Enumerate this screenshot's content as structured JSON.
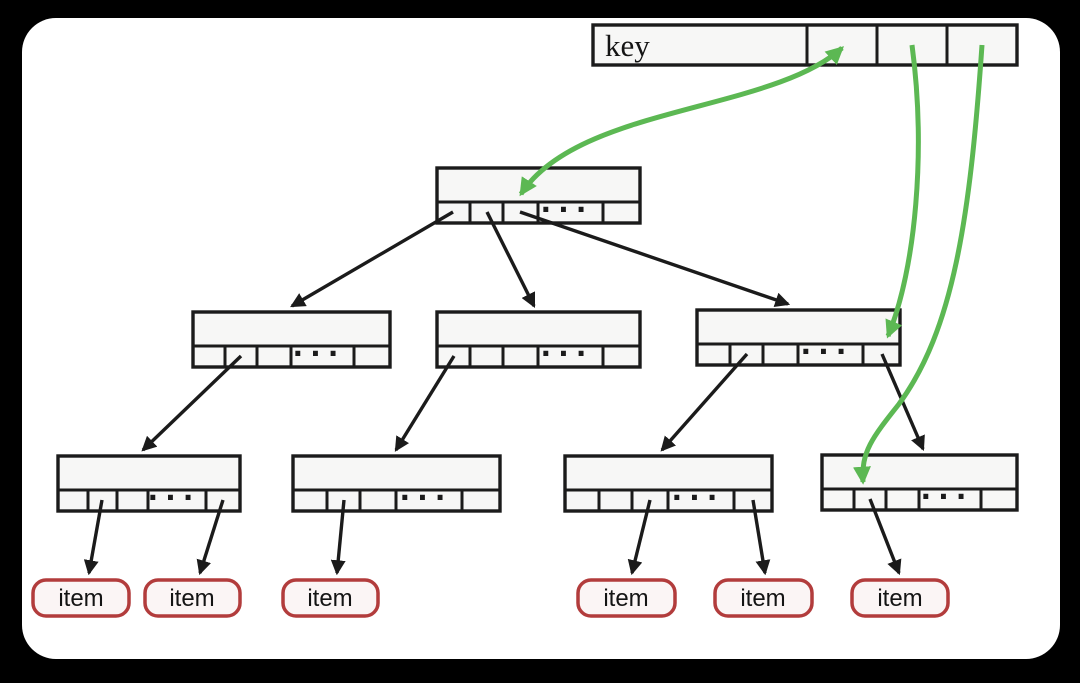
{
  "key_box": {
    "label": "key",
    "pointer_cell_count": 3
  },
  "ellipsis": "···",
  "items": [
    {
      "label": "item"
    },
    {
      "label": "item"
    },
    {
      "label": "item"
    },
    {
      "label": "item"
    },
    {
      "label": "item"
    },
    {
      "label": "item"
    }
  ],
  "nodes": [
    {
      "id": "root",
      "level": 0
    },
    {
      "id": "internal-left",
      "level": 1
    },
    {
      "id": "internal-center",
      "level": 1
    },
    {
      "id": "internal-right",
      "level": 1
    },
    {
      "id": "leaf-1",
      "level": 2
    },
    {
      "id": "leaf-2",
      "level": 2
    },
    {
      "id": "leaf-3",
      "level": 2
    },
    {
      "id": "leaf-4",
      "level": 2
    }
  ],
  "edges": {
    "tree": [
      {
        "from": "root.ptr1",
        "to": "internal-left"
      },
      {
        "from": "root.ptr2",
        "to": "internal-center"
      },
      {
        "from": "root.ptr3",
        "to": "internal-right"
      },
      {
        "from": "internal-left.ptr2",
        "to": "leaf-1"
      },
      {
        "from": "internal-center.ptr1",
        "to": "leaf-2"
      },
      {
        "from": "internal-right.ptr2",
        "to": "leaf-3"
      },
      {
        "from": "internal-right.ptr5",
        "to": "leaf-4"
      },
      {
        "from": "leaf-1.ptr2",
        "to": "item-1"
      },
      {
        "from": "leaf-1.ptr5",
        "to": "item-2"
      },
      {
        "from": "leaf-2.ptr2",
        "to": "item-3"
      },
      {
        "from": "leaf-3.ptr3",
        "to": "item-4"
      },
      {
        "from": "leaf-3.ptr5",
        "to": "item-5"
      },
      {
        "from": "leaf-4.ptr2",
        "to": "item-6"
      }
    ],
    "key_pointers": [
      {
        "from": "key.ptr1",
        "to": "root.ptr3",
        "double_headed": true
      },
      {
        "from": "key.ptr2",
        "to": "internal-right.ptr5",
        "double_headed": false
      },
      {
        "from": "key.ptr3",
        "to": "leaf-4.ptr2",
        "double_headed": false
      }
    ]
  },
  "colors": {
    "background": "#000000",
    "surface": "#ffffff",
    "node_fill": "#f7f7f6",
    "node_border": "#1b1b1b",
    "tree_arrow": "#1b1b1b",
    "key_pointer_arrow": "#5cb853",
    "item_border": "#b23c3c",
    "item_fill": "#fbf5f5"
  }
}
